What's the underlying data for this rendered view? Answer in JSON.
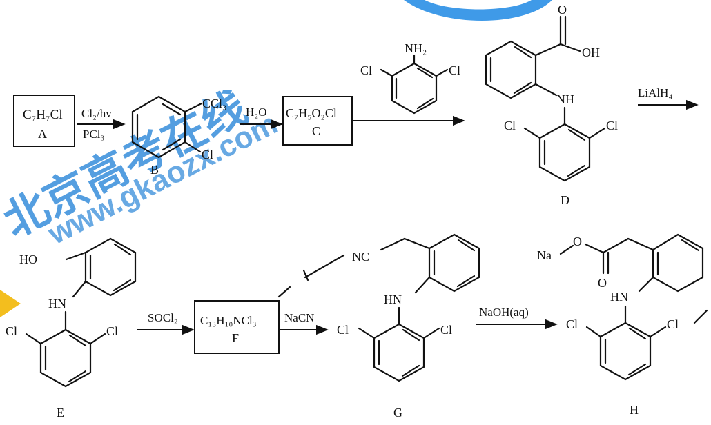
{
  "watermark": {
    "cn": "北京高考在线",
    "url": "www.gkaozx.com",
    "color": "#1f7fd6"
  },
  "compounds": {
    "A": {
      "label": "A",
      "formula": "C₇H₇Cl"
    },
    "B": {
      "label": "B",
      "cl3": "CCl₃",
      "cl": "Cl"
    },
    "C": {
      "label": "C",
      "formula": "C₇H₅O₂Cl"
    },
    "amine": {
      "nh2": "NH₂",
      "cl_left": "Cl",
      "cl_right": "Cl"
    },
    "D": {
      "label": "D",
      "o": "O",
      "oh": "OH",
      "nh": "NH",
      "cl_left": "Cl",
      "cl_right": "Cl"
    },
    "E": {
      "label": "E",
      "ho": "HO",
      "hn": "HN",
      "cl_left": "Cl",
      "cl_right": "Cl"
    },
    "F": {
      "label": "F",
      "formula": "C₁₃H₁₀NCl₃"
    },
    "G": {
      "label": "G",
      "nc": "NC",
      "hn": "HN",
      "cl_left": "Cl",
      "cl_right": "Cl"
    },
    "H": {
      "label": "H",
      "na": "Na",
      "o_ring": "O",
      "o_carbonyl": "O",
      "hn": "HN",
      "cl_left": "Cl",
      "cl_right": "Cl"
    }
  },
  "reagents": {
    "step1_top": "Cl₂/hv",
    "step1_bottom": "PCl₃",
    "step2": "H₂O",
    "step4": "LiAlH₄",
    "step5": "SOCl₂",
    "step6": "NaCN",
    "step7": "NaOH(aq)"
  }
}
